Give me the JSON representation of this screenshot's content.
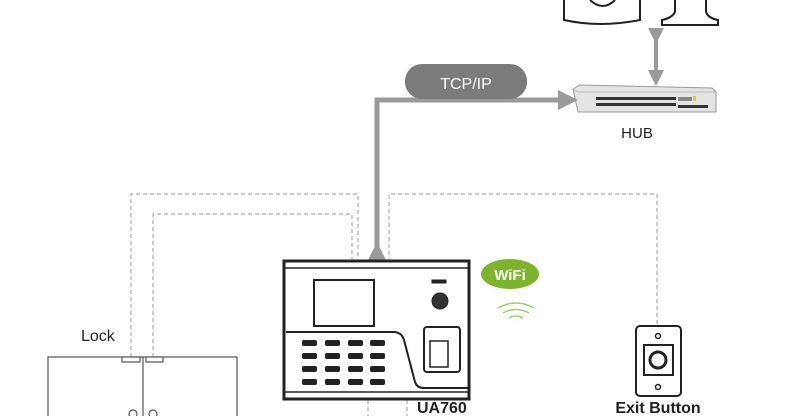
{
  "network": {
    "protocol_label": "TCP/IP"
  },
  "hub": {
    "label": "HUB"
  },
  "lock": {
    "label": "Lock"
  },
  "device": {
    "label": "UA760"
  },
  "exit_button": {
    "label": "Exit Button"
  },
  "wifi": {
    "label": "WiFi"
  },
  "colors": {
    "link": "#9a9a9a",
    "pill": "#7b7b7b",
    "wifi": "#7bb52a",
    "line": "#222222",
    "dashed": "#aaaaaa"
  }
}
